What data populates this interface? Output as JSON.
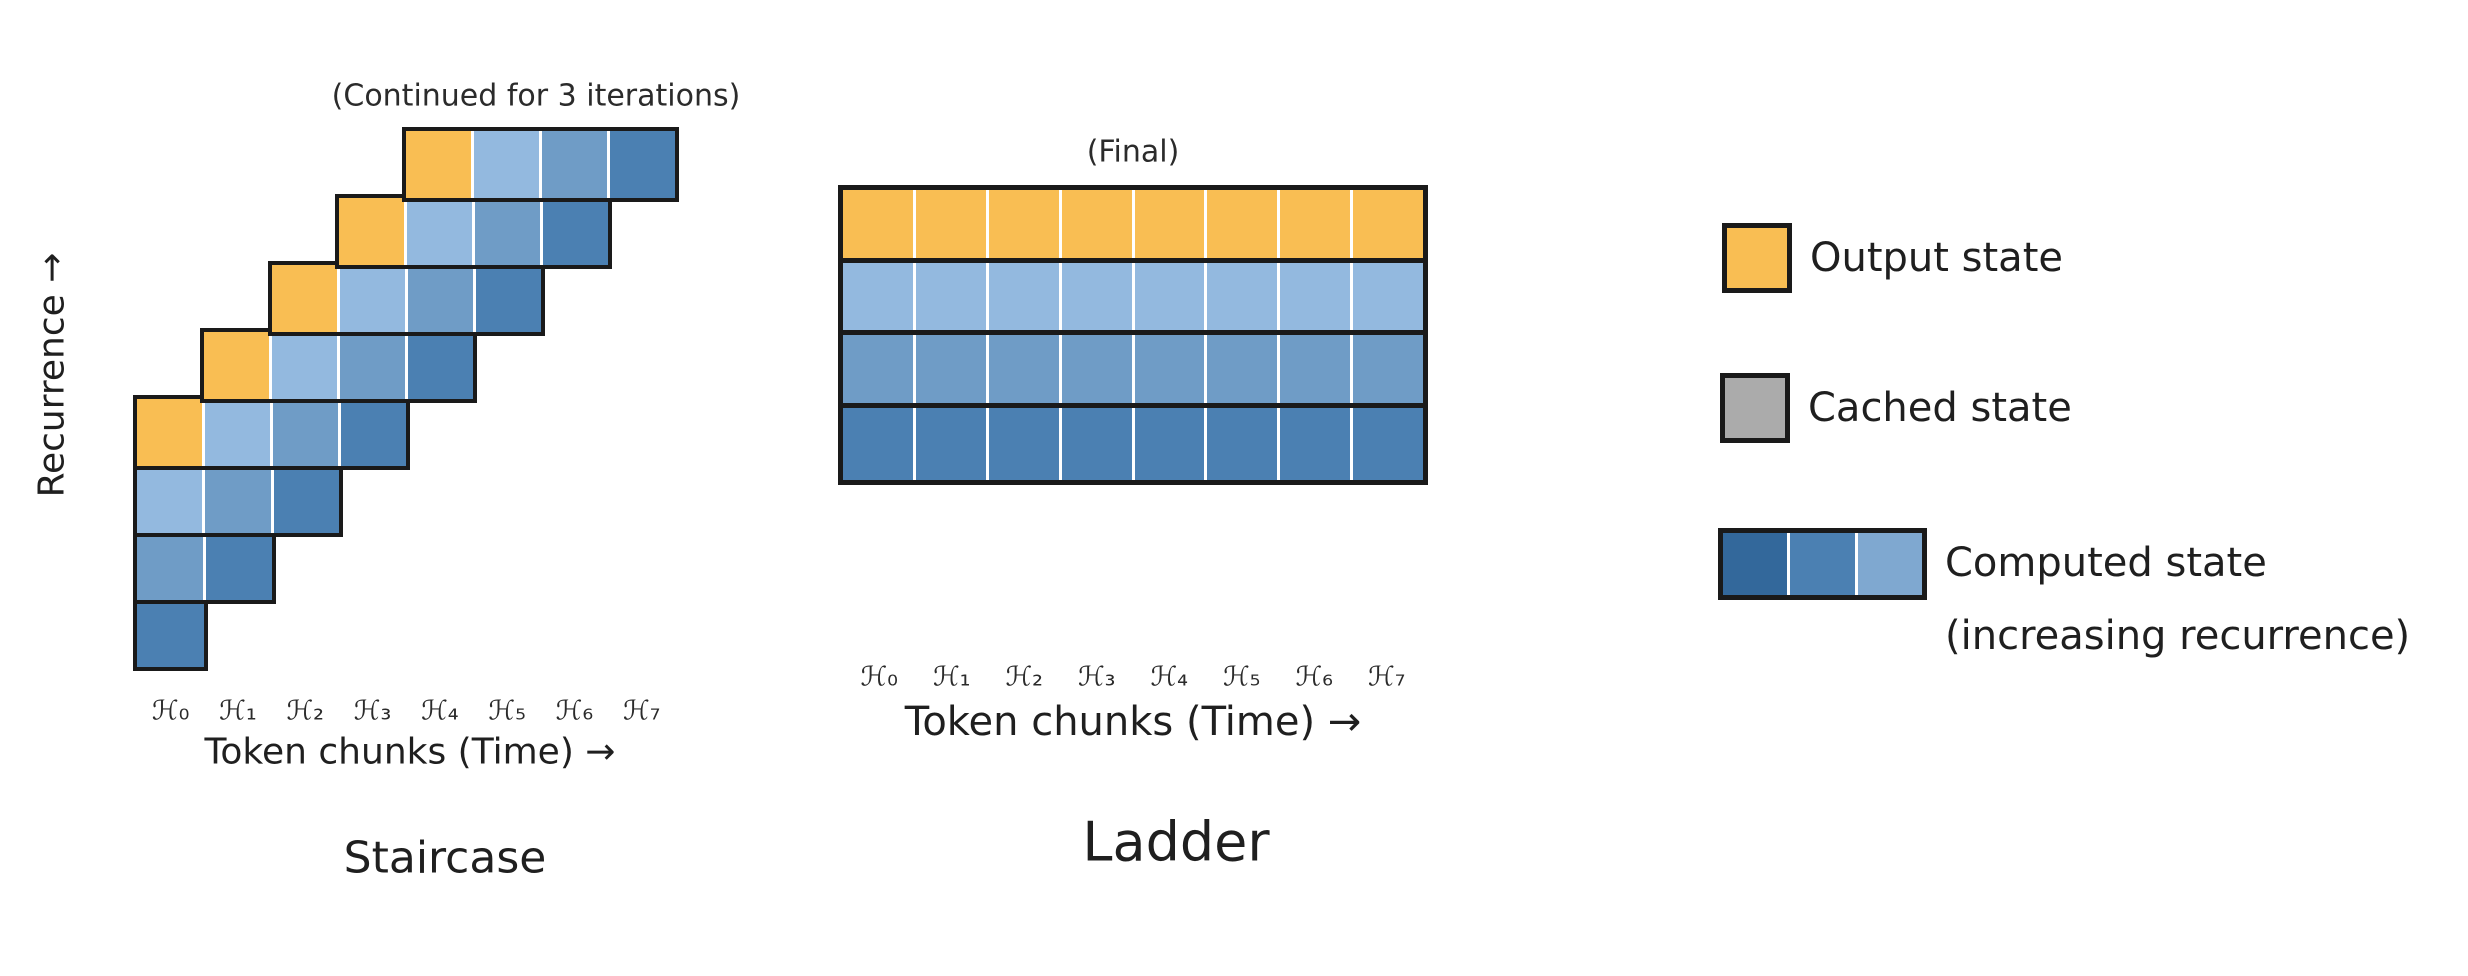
{
  "palette": {
    "orange": "#F9BE53",
    "light_blue": "#93B9DF",
    "medium_blue": "#6F9CC6",
    "dark_blue": "#4B80B2",
    "legend_blue_dark": "#33689B",
    "legend_blue_mid": "#4B80B2",
    "legend_blue_light": "#7FA8D0",
    "gray": "#ABABAB",
    "border_black": "#1a1a1a"
  },
  "staircase": {
    "annotation": "(Continued for 3 iterations)",
    "y_axis_label": "Recurrence →",
    "x_axis_label": "Token chunks (Time) →",
    "title": "Staircase",
    "chunk_labels": [
      "ℋ₀",
      "ℋ₁",
      "ℋ₂",
      "ℋ₃",
      "ℋ₄",
      "ℋ₅",
      "ℋ₆",
      "ℋ₇"
    ],
    "num_cols": 8,
    "rows_bottom_up": [
      {
        "col_start": 0,
        "cells": [
          "dark_blue"
        ]
      },
      {
        "col_start": 0,
        "cells": [
          "medium_blue",
          "dark_blue"
        ]
      },
      {
        "col_start": 0,
        "cells": [
          "light_blue",
          "medium_blue",
          "dark_blue"
        ]
      },
      {
        "col_start": 0,
        "cells": [
          "orange",
          "light_blue",
          "medium_blue",
          "dark_blue"
        ]
      },
      {
        "col_start": 1,
        "cells": [
          "orange",
          "light_blue",
          "medium_blue",
          "dark_blue"
        ]
      },
      {
        "col_start": 2,
        "cells": [
          "orange",
          "light_blue",
          "medium_blue",
          "dark_blue"
        ]
      },
      {
        "col_start": 3,
        "cells": [
          "orange",
          "light_blue",
          "medium_blue",
          "dark_blue"
        ]
      },
      {
        "col_start": 4,
        "cells": [
          "orange",
          "light_blue",
          "medium_blue",
          "dark_blue"
        ]
      }
    ]
  },
  "ladder": {
    "annotation": "(Final)",
    "x_axis_label": "Token chunks (Time) →",
    "title": "Ladder",
    "chunk_labels": [
      "ℋ₀",
      "ℋ₁",
      "ℋ₂",
      "ℋ₃",
      "ℋ₄",
      "ℋ₅",
      "ℋ₆",
      "ℋ₇"
    ],
    "num_cols": 8,
    "rows_top_down": [
      "orange",
      "light_blue",
      "medium_blue",
      "dark_blue"
    ]
  },
  "legend": {
    "items": [
      {
        "type": "square",
        "colors": [
          "orange"
        ],
        "label": "Output state"
      },
      {
        "type": "square",
        "colors": [
          "gray"
        ],
        "label": "Cached state"
      },
      {
        "type": "gradient",
        "colors": [
          "legend_blue_dark",
          "legend_blue_mid",
          "legend_blue_light"
        ],
        "label": "Computed state",
        "sublabel": "(increasing recurrence)"
      }
    ]
  }
}
